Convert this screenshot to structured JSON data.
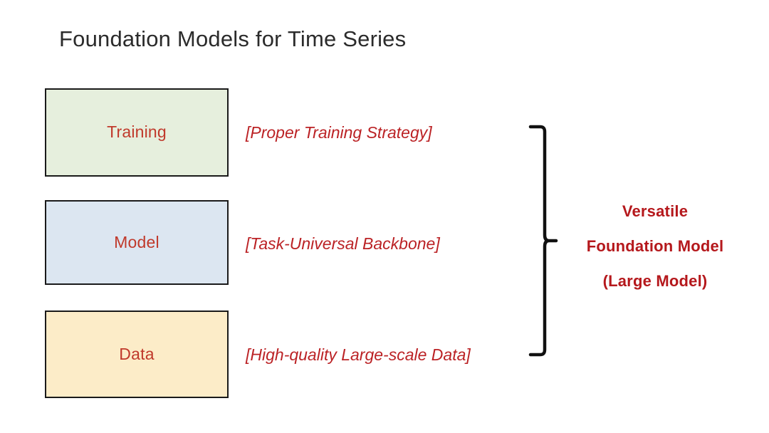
{
  "slide": {
    "title": "Foundation Models for Time Series",
    "title_color": "#2b2b2b",
    "background_color": "#ffffff"
  },
  "pillars": [
    {
      "key": "training",
      "label": "Training",
      "fill_color": "#e6efdd",
      "border_color": "#1a1a1a",
      "label_color": "#c0392b",
      "annotation": "[Proper Training Strategy]"
    },
    {
      "key": "model",
      "label": "Model",
      "fill_color": "#dce6f1",
      "border_color": "#1a1a1a",
      "label_color": "#c0392b",
      "annotation": "[Task-Universal Backbone]"
    },
    {
      "key": "data",
      "label": "Data",
      "fill_color": "#fcecc8",
      "border_color": "#1a1a1a",
      "label_color": "#c0392b",
      "annotation": "[High-quality Large-scale Data]"
    }
  ],
  "brace": {
    "icon": "curly-brace-right-icon",
    "color": "#111111"
  },
  "conclusion": {
    "color": "#b5181c",
    "line1": "Versatile",
    "line2": "Foundation Model",
    "line3": "(Large Model)"
  }
}
